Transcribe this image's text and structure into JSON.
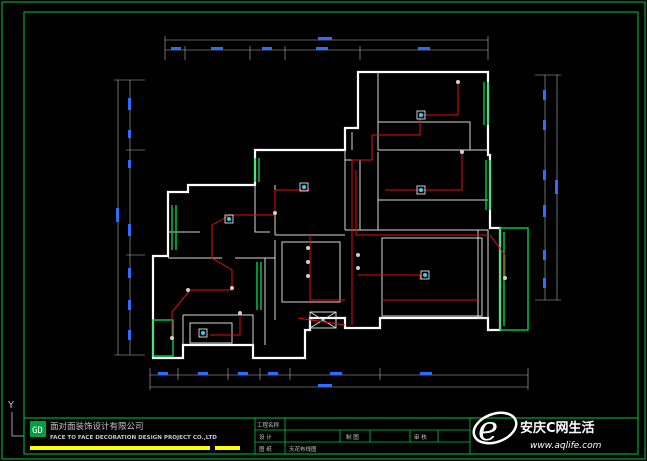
{
  "title_block": {
    "company_cn": "面对面装饰设计有限公司",
    "company_en": "FACE TO FACE DECORATION DESIGN PROJECT CO.,LTD",
    "labels": {
      "project_name": "工程名称",
      "design": "设 计",
      "draw": "制 图",
      "review": "审 核",
      "drawing": "图 纸"
    },
    "drawing_name": "天花布线图"
  },
  "watermark": {
    "brand": "安庆C网生活",
    "url": "www.aqlife.com"
  },
  "axis_label": "Y",
  "colors": {
    "background": "#000000",
    "walls": "#ffffff",
    "windows": "#00d14a",
    "wiring": "#e01010",
    "dimension_marks": "#2d6cff",
    "title_bar_yellow": "#ffff00"
  }
}
